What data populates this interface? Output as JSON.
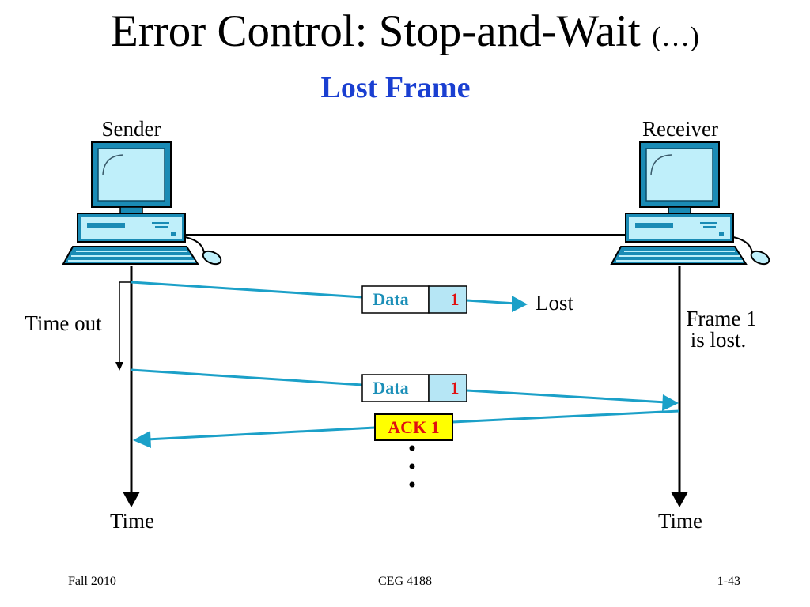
{
  "slide": {
    "title": "Error Control: Stop-and-Wait",
    "title_suffix": "(…)",
    "subtitle": "Lost Frame"
  },
  "diagram": {
    "sender_label": "Sender",
    "receiver_label": "Receiver",
    "timeout_label": "Time out",
    "time_label_sender": "Time",
    "time_label_receiver": "Time",
    "lost_label": "Lost",
    "frame_lost_line1": "Frame 1",
    "frame_lost_line2": "is lost.",
    "frame1": {
      "data_label": "Data",
      "seq": "1"
    },
    "frame2": {
      "data_label": "Data",
      "seq": "1"
    },
    "ack": {
      "label": "ACK 1"
    },
    "colors": {
      "arrow": "#1ba0c8",
      "data_text": "#1b8fb8",
      "seq_text": "#e01010",
      "seq_fill": "#b6e6f5",
      "ack_fill": "#ffff00",
      "ack_text": "#e01010",
      "subtitle": "#1a3fd1"
    }
  },
  "footer": {
    "left": "Fall 2010",
    "center": "CEG 4188",
    "right": "1-43"
  }
}
